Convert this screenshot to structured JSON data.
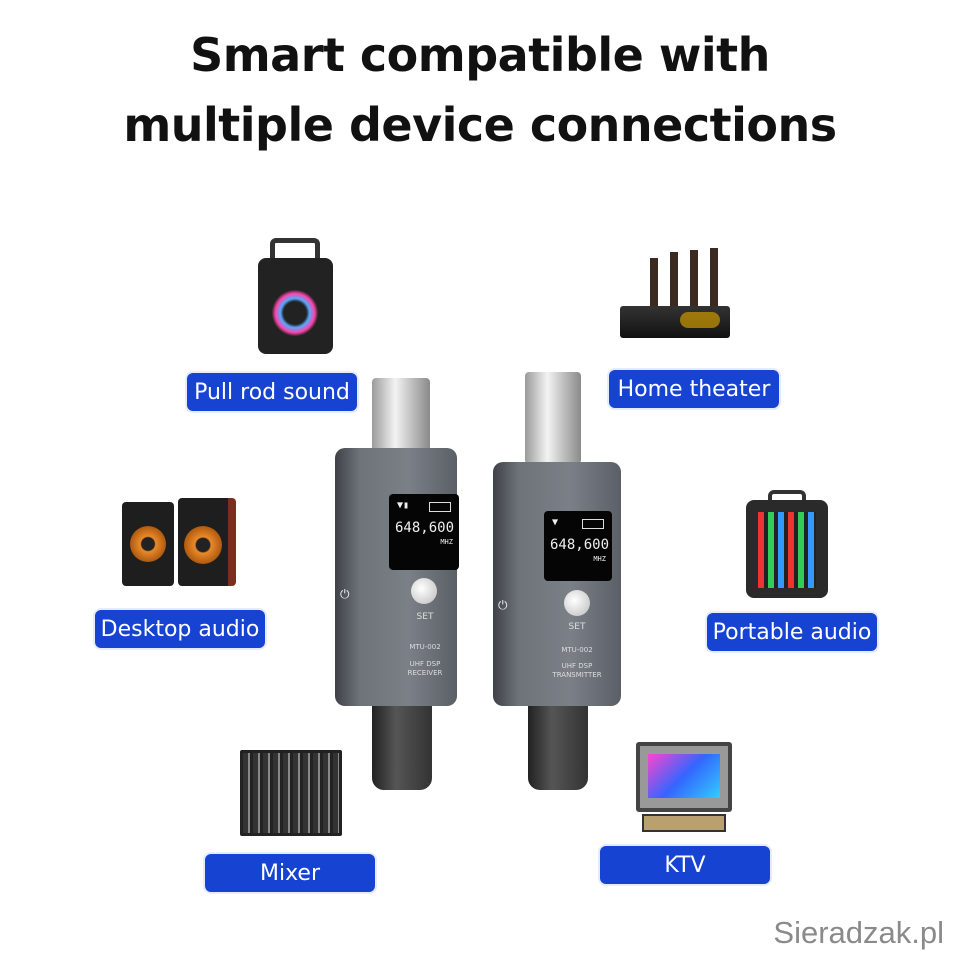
{
  "title": {
    "line1": "Smart compatible with",
    "line2": "multiple device connections"
  },
  "labels": {
    "pull_rod_sound": "Pull rod sound",
    "home_theater": "Home theater",
    "desktop_audio": "Desktop audio",
    "portable_audio": "Portable audio",
    "mixer": "Mixer",
    "ktv": "KTV"
  },
  "receiver": {
    "frequency": "648,600",
    "unit": "MHZ",
    "button": "SET",
    "model": "MTU-002",
    "type_line1": "UHF DSP",
    "type_line2": "RECEIVER"
  },
  "transmitter": {
    "frequency": "648,600",
    "unit": "MHZ",
    "button": "SET",
    "model": "MTU-002",
    "type_line1": "UHF DSP",
    "type_line2": "TRANSMITTER"
  },
  "watermark": "Sieradzak.pl",
  "colors": {
    "accent": "#1743d3"
  }
}
